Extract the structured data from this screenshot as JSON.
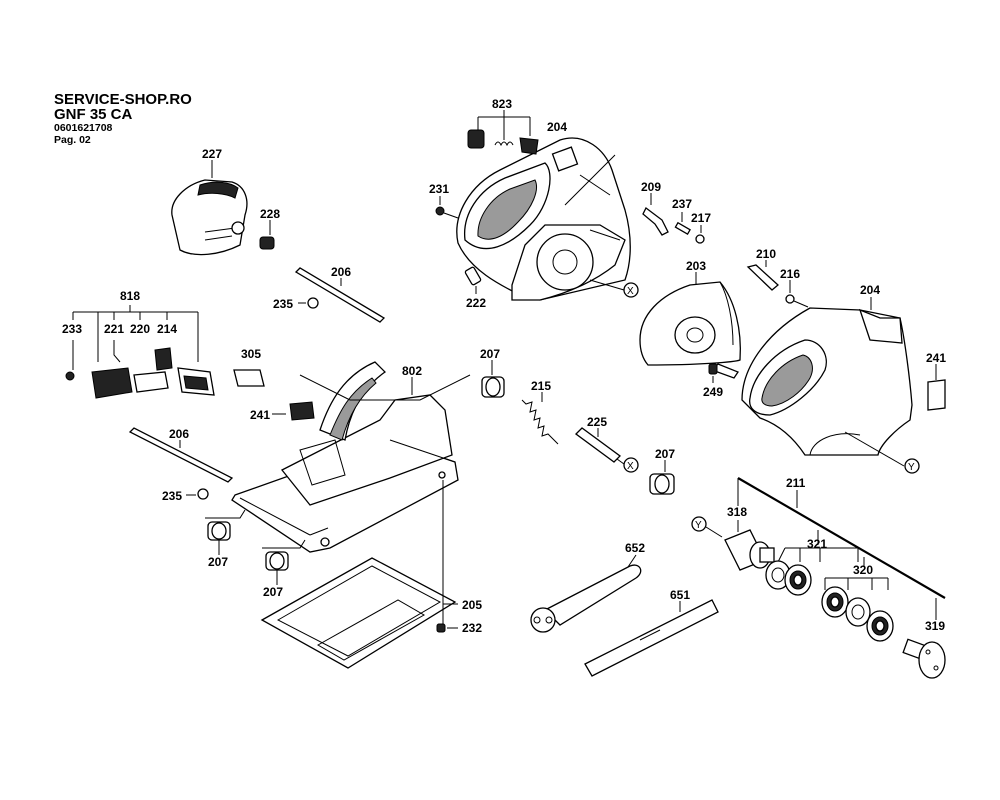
{
  "header": {
    "shop": "SERVICE-SHOP.RO",
    "model": "GNF 35 CA",
    "part_number": "0601621708",
    "page": "Pag. 02"
  },
  "callouts": {
    "c823": "823",
    "c204a": "204",
    "c231": "231",
    "c209": "209",
    "c237": "237",
    "c217": "217",
    "c222": "222",
    "c203": "203",
    "c210": "210",
    "c216": "216",
    "c204b": "204",
    "c241a": "241",
    "c249": "249",
    "c227": "227",
    "c228": "228",
    "c206a": "206",
    "c235a": "235",
    "c818": "818",
    "c233": "233",
    "c221": "221",
    "c220": "220",
    "c214": "214",
    "c305": "305",
    "c241b": "241",
    "c802": "802",
    "c207a": "207",
    "c215": "215",
    "c225": "225",
    "c207b": "207",
    "c206b": "206",
    "c235b": "235",
    "c207c": "207",
    "c207d": "207",
    "c205": "205",
    "c232": "232",
    "c652": "652",
    "c651": "651",
    "c211": "211",
    "c318": "318",
    "c321": "321",
    "c320": "320",
    "c319": "319"
  },
  "refs": {
    "x1": "X",
    "x2": "X",
    "y1": "Y",
    "y2": "Y"
  }
}
